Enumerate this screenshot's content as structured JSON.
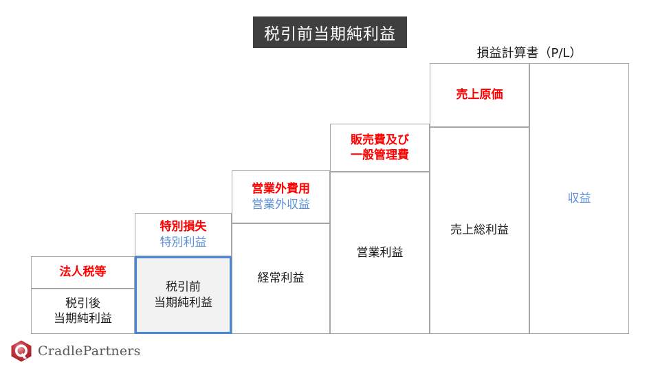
{
  "title_banner": {
    "text": "税引前当期純利益",
    "background": "#3f3f3f",
    "color": "#ffffff"
  },
  "statement_caption": "損益計算書（P/L）",
  "colors": {
    "expense": "#ff0000",
    "revenue": "#5b8fd9",
    "neutral": "#1a1a1a",
    "highlight_border": "#4a86d8",
    "highlight_fill": "#f2f2f2",
    "cell_border": "#a6a6a6",
    "logo_mark": "#b01f28",
    "logo_text": "#595959"
  },
  "chart_data": {
    "type": "table",
    "title": "税引前当期純利益",
    "subtitle": "損益計算書（P/L）",
    "description": "Japanese profit-and-loss waterfall staircase showing how revenue is reduced step by step down to after-tax net income.",
    "columns": [
      {
        "index": 1,
        "name": "income-tax-column",
        "cells": [
          {
            "label": "法人税等",
            "role": "expense"
          },
          {
            "label": "税引後\n当期純利益",
            "role": "neutral"
          }
        ]
      },
      {
        "index": 2,
        "name": "extraordinary-column",
        "cells": [
          {
            "label": "特別損失",
            "sublabel": "特別利益",
            "role": "dual"
          },
          {
            "label": "税引前\n当期純利益",
            "role": "highlight"
          }
        ]
      },
      {
        "index": 3,
        "name": "non-operating-column",
        "cells": [
          {
            "label": "営業外費用",
            "sublabel": "営業外収益",
            "role": "dual"
          },
          {
            "label": "経常利益",
            "role": "neutral"
          }
        ]
      },
      {
        "index": 4,
        "name": "sga-column",
        "cells": [
          {
            "label": "販売費及び\n一般管理費",
            "role": "expense"
          },
          {
            "label": "営業利益",
            "role": "neutral"
          }
        ]
      },
      {
        "index": 5,
        "name": "cogs-column",
        "cells": [
          {
            "label": "売上原価",
            "role": "expense"
          },
          {
            "label": "売上総利益",
            "role": "neutral"
          }
        ]
      },
      {
        "index": 6,
        "name": "revenue-column",
        "cells": [
          {
            "label": "収益",
            "role": "revenue"
          }
        ]
      }
    ]
  },
  "cells": {
    "income_tax": "法人税等",
    "after_tax_profit": "税引後\n当期純利益",
    "extraordinary_loss": "特別損失",
    "extraordinary_gain": "特別利益",
    "pretax_profit": "税引前\n当期純利益",
    "non_operating_expense": "営業外費用",
    "non_operating_income": "営業外収益",
    "ordinary_profit": "経常利益",
    "sga_expense": "販売費及び\n一般管理費",
    "operating_profit": "営業利益",
    "cogs": "売上原価",
    "gross_profit": "売上総利益",
    "revenue": "収益"
  },
  "logo": {
    "text": "CradlePartners",
    "mark": "hexagon-swirl-icon"
  }
}
